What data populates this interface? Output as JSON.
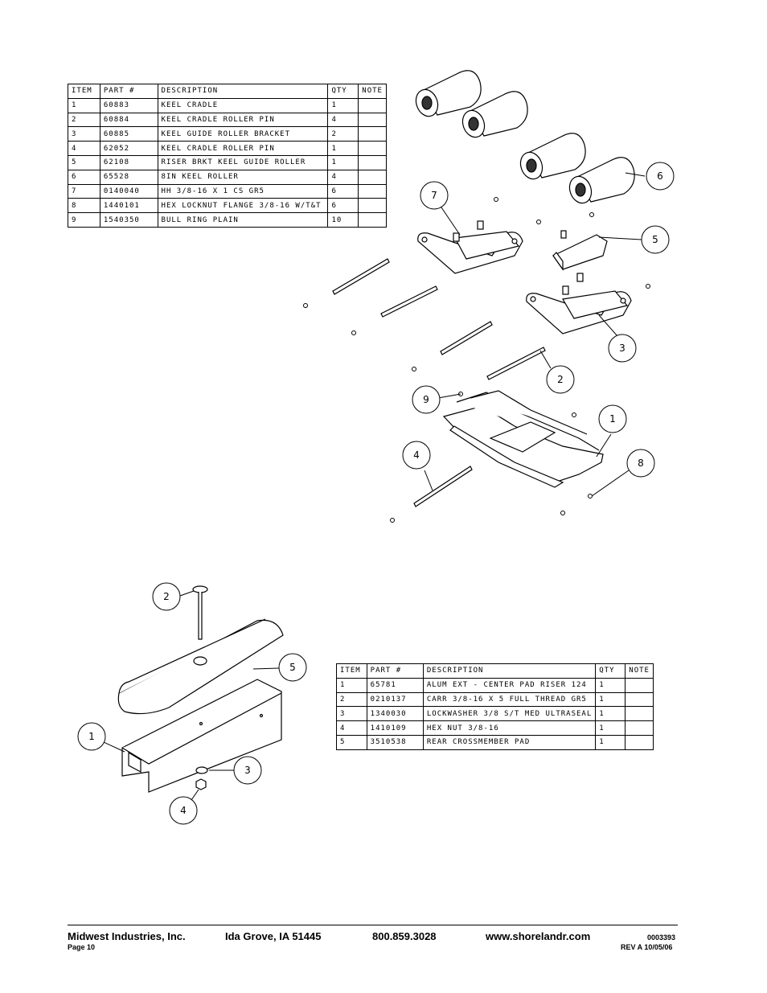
{
  "table1": {
    "headers": [
      "ITEM",
      "PART #",
      "DESCRIPTION",
      "QTY",
      "NOTE"
    ],
    "rows": [
      [
        "1",
        "60883",
        "KEEL CRADLE",
        "1",
        ""
      ],
      [
        "2",
        "60884",
        "KEEL CRADLE ROLLER PIN",
        "4",
        ""
      ],
      [
        "3",
        "60885",
        "KEEL GUIDE ROLLER BRACKET",
        "2",
        ""
      ],
      [
        "4",
        "62052",
        "KEEL CRADLE ROLLER PIN",
        "1",
        ""
      ],
      [
        "5",
        "62108",
        "RISER BRKT KEEL GUIDE ROLLER",
        "1",
        ""
      ],
      [
        "6",
        "65528",
        "8IN KEEL ROLLER",
        "4",
        ""
      ],
      [
        "7",
        "0140040",
        "HH 3/8-16 X 1 CS GR5",
        "6",
        ""
      ],
      [
        "8",
        "1440101",
        "HEX LOCKNUT FLANGE 3/8-16 W/T&T",
        "6",
        ""
      ],
      [
        "9",
        "1540350",
        "BULL RING PLAIN",
        "10",
        ""
      ]
    ]
  },
  "table2": {
    "headers": [
      "ITEM",
      "PART #",
      "DESCRIPTION",
      "QTY",
      "NOTE"
    ],
    "rows": [
      [
        "1",
        "65781",
        "ALUM EXT - CENTER PAD RISER 124",
        "1",
        ""
      ],
      [
        "2",
        "0210137",
        "CARR 3/8-16 X 5 FULL THREAD GR5",
        "1",
        ""
      ],
      [
        "3",
        "1340030",
        "LOCKWASHER 3/8 S/T MED ULTRASEAL",
        "1",
        ""
      ],
      [
        "4",
        "1410109",
        "HEX NUT 3/8-16",
        "1",
        ""
      ],
      [
        "5",
        "3510538",
        "REAR CROSSMEMBER PAD",
        "1",
        ""
      ]
    ]
  },
  "diagram1": {
    "balloons": [
      {
        "label": "7"
      },
      {
        "label": "6"
      },
      {
        "label": "5"
      },
      {
        "label": "3"
      },
      {
        "label": "2"
      },
      {
        "label": "9"
      },
      {
        "label": "1"
      },
      {
        "label": "4"
      },
      {
        "label": "8"
      }
    ]
  },
  "diagram2": {
    "balloons": [
      {
        "label": "2"
      },
      {
        "label": "5"
      },
      {
        "label": "1"
      },
      {
        "label": "3"
      },
      {
        "label": "4"
      }
    ]
  },
  "footer": {
    "company": "Midwest Industries, Inc.",
    "city": "Ida Grove, IA  51445",
    "phone": "800.859.3028",
    "website": "www.shorelandr.com",
    "page": "Page 10",
    "doc_number": "0003393",
    "revision": "REV A  10/05/06"
  }
}
